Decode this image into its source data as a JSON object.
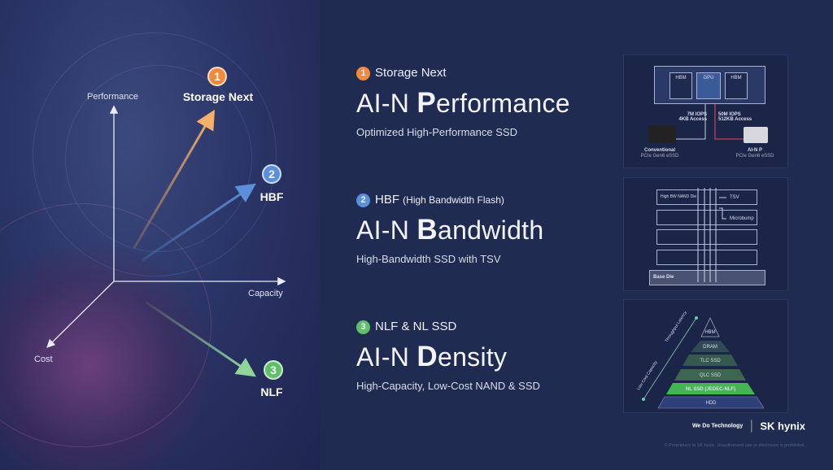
{
  "diagram": {
    "axes": {
      "y": "Performance",
      "x": "Capacity",
      "z": "Cost"
    },
    "vectors": [
      {
        "num": "1",
        "label": "Storage Next",
        "color": "#f08a3c"
      },
      {
        "num": "2",
        "label": "HBF",
        "color": "#5b8fd9"
      },
      {
        "num": "3",
        "label": "NLF",
        "color": "#5fbf6a"
      }
    ]
  },
  "sections": [
    {
      "num": "1",
      "title": "Storage Next",
      "title_note": "",
      "heading_initial": "AI-N ",
      "heading_bold": "P",
      "heading_rest": "erformance",
      "subtitle": "Optimized High-Performance SSD"
    },
    {
      "num": "2",
      "title": "HBF",
      "title_note": "(High Bandwidth Flash)",
      "heading_initial": "AI-N ",
      "heading_bold": "B",
      "heading_rest": "andwidth",
      "subtitle": "High-Bandwidth SSD with TSV"
    },
    {
      "num": "3",
      "title": "NLF & NL SSD",
      "title_note": "",
      "heading_initial": "AI-N ",
      "heading_bold": "D",
      "heading_rest": "ensity",
      "subtitle": "High-Capacity, Low-Cost NAND & SSD"
    }
  ],
  "panel1": {
    "hbm": "HBM",
    "gpu": "GPU",
    "left_spec": "7M IOPS\n4KB Access",
    "right_spec": "50M IOPS\n512KB Access",
    "left_dev": "Conventional",
    "left_dev_sub": "PCIe Gen6 eSSD",
    "right_dev": "AI-N P",
    "right_dev_sub": "PCIe Gen6 eSSD"
  },
  "panel2": {
    "die": "High BW NAND Die",
    "tsv": "TSV",
    "microbump": "Microbump",
    "base": "Base Die"
  },
  "panel3": {
    "axis_top": "Throughput Latency",
    "axis_bottom": "Low Cost Capacity",
    "tiers": [
      "HBM",
      "DRAM",
      "TLC SSD",
      "QLC SSD",
      "NL SSD (JEDEC-NLF)",
      "HDD"
    ]
  },
  "footer": {
    "tagline": "We Do Technology",
    "brand": "SK hynix",
    "notice": "© Proprietary to SK hynix. Unauthorized use or disclosure is prohibited."
  }
}
